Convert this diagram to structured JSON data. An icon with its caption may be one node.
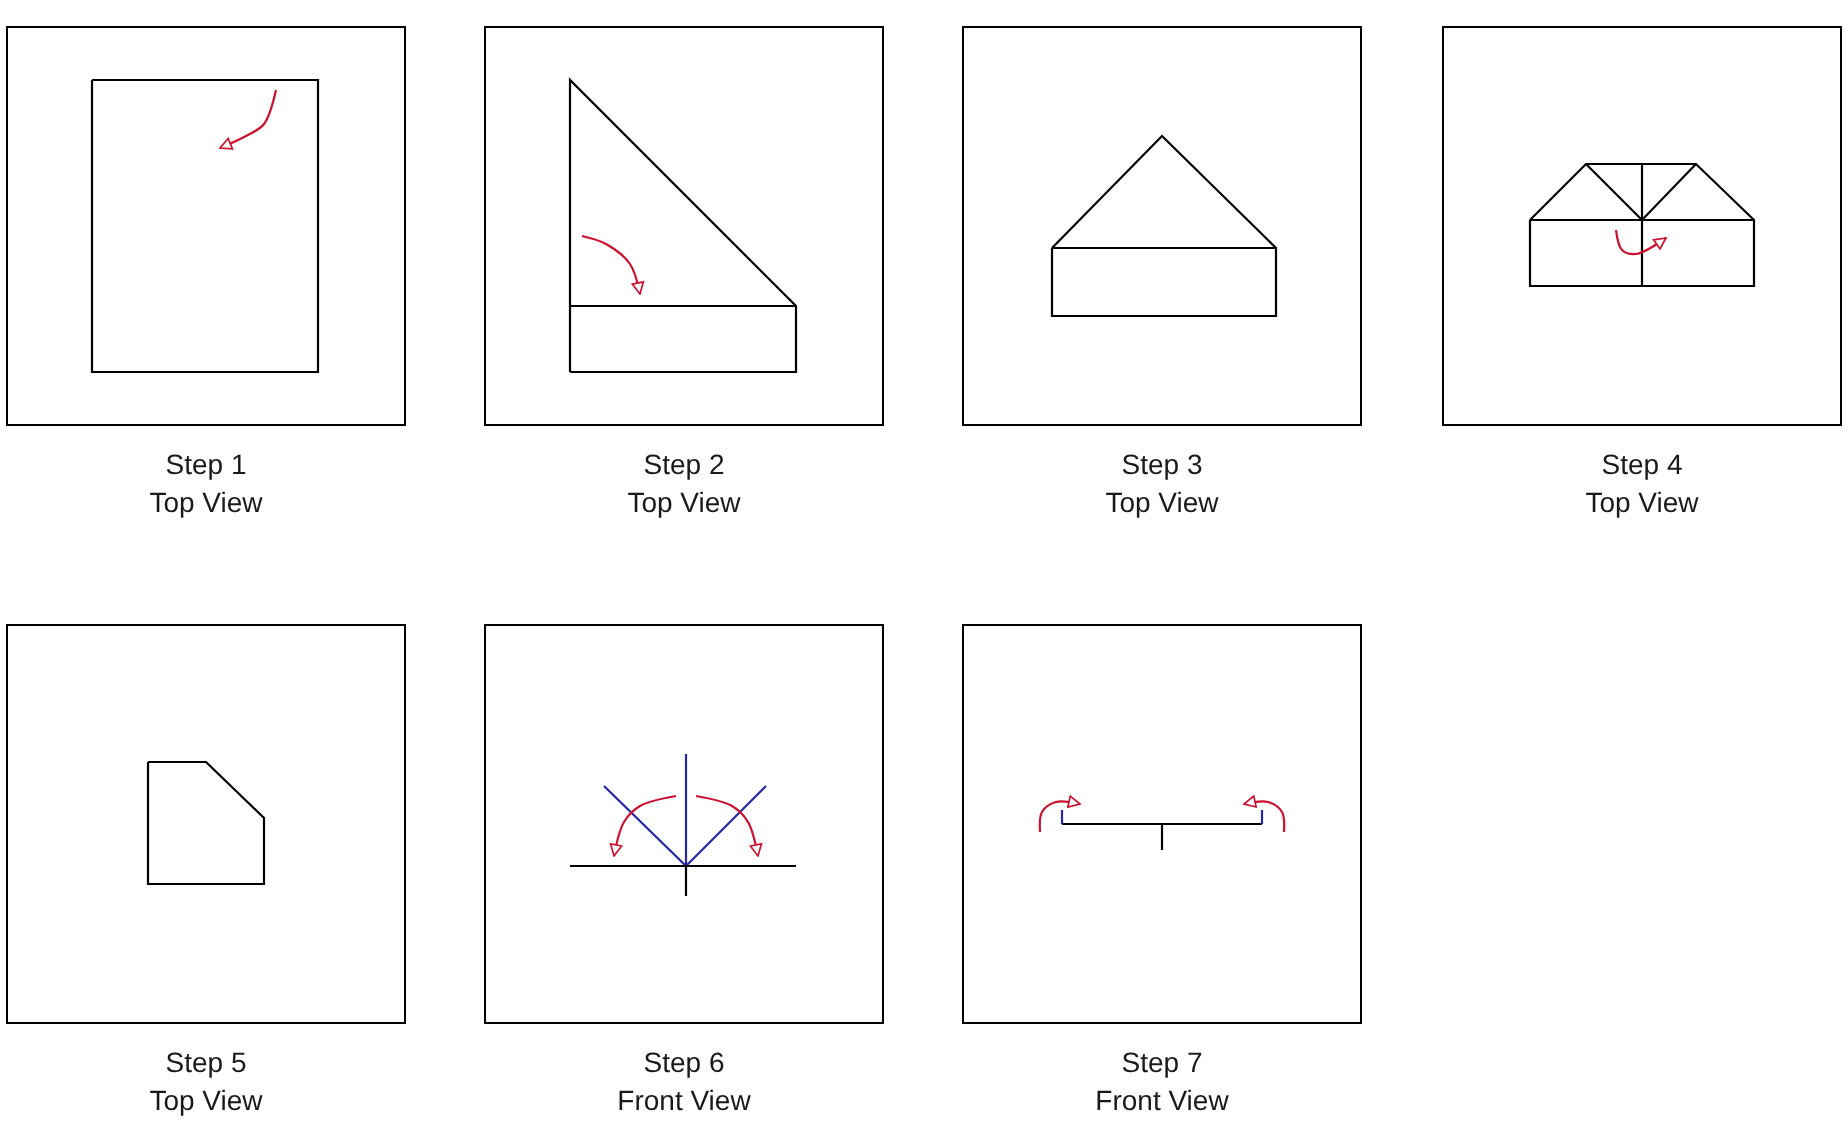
{
  "diagram": {
    "nodes": [
      {
        "text": [
          "Step 1",
          "Top View"
        ]
      },
      {
        "text": [
          "Step 2",
          "Top View"
        ]
      },
      {
        "text": [
          "Step 3",
          "Top View"
        ]
      },
      {
        "text": [
          "Step 4",
          "Top View"
        ]
      },
      {
        "text": [
          "Step 5",
          "Top View"
        ]
      },
      {
        "text": [
          "Step 6",
          "Front View"
        ]
      },
      {
        "text": [
          "Step 7",
          "Front View"
        ]
      }
    ]
  }
}
